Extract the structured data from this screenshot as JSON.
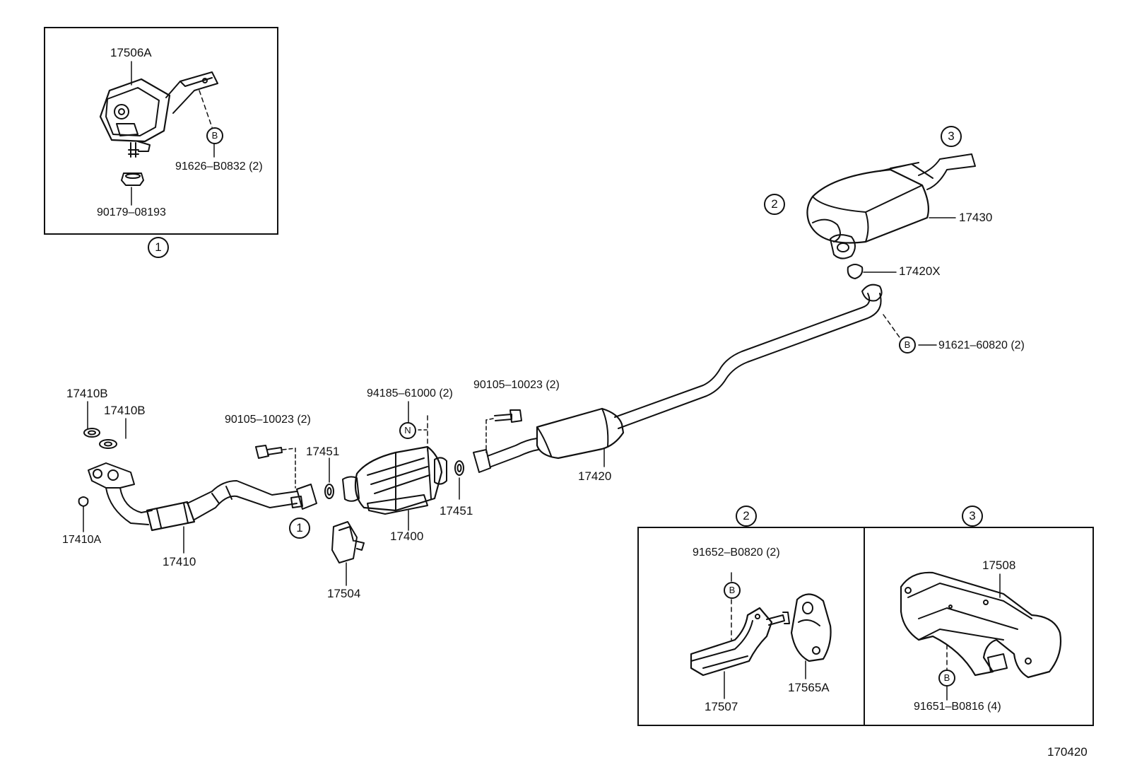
{
  "callouts": {
    "c1_box": "1",
    "c1_pipe": "1",
    "c2_top": "2",
    "c3_top": "3",
    "c2_box": "2",
    "c3_box": "3",
    "b1": "B",
    "b2": "B",
    "b3": "B",
    "b4": "B",
    "n1": "N"
  },
  "labels": {
    "p17506A": "17506A",
    "p91626": "91626–B0832 (2)",
    "p90179": "90179–08193",
    "p17430": "17430",
    "p17420X": "17420X",
    "p91621": "91621–60820 (2)",
    "p17410B_1": "17410B",
    "p17410B_2": "17410B",
    "p90105_a": "90105–10023 (2)",
    "p17451_a": "17451",
    "p94185": "94185–61000 (2)",
    "p90105_b": "90105–10023 (2)",
    "p17420": "17420",
    "p17410A": "17410A",
    "p17410": "17410",
    "p17400": "17400",
    "p17451_b": "17451",
    "p17504": "17504",
    "p91652": "91652–B0820 (2)",
    "p17507": "17507",
    "p17565A": "17565A",
    "p17508": "17508",
    "p91651": "91651–B0816 (4)",
    "ref": "170420"
  }
}
